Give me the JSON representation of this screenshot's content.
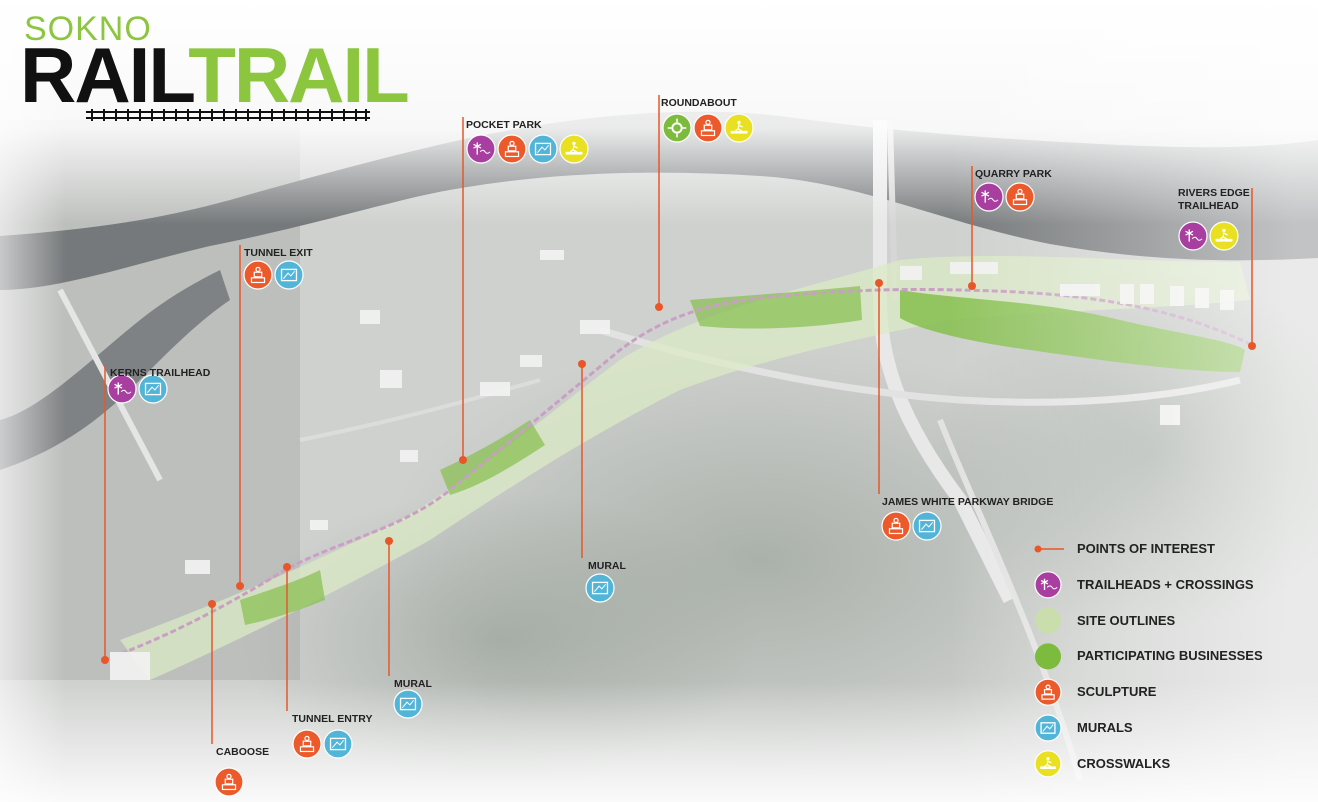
{
  "logo": {
    "top_word": "SOKNO",
    "rail_word": "RAIL",
    "trail_word": "TRAIL"
  },
  "colors": {
    "trailhead": "#a83e9f",
    "sculpture": "#ec5a2c",
    "mural": "#52b5d8",
    "crosswalk": "#e8e020",
    "business": "#7dbb3e",
    "site_outline": "#c9dfa9",
    "poi_line": "#e8572a"
  },
  "pois": [
    {
      "id": "kerns-trailhead",
      "label": "KERNS TRAILHEAD",
      "icons": [
        "trailhead",
        "mural"
      ]
    },
    {
      "id": "tunnel-exit",
      "label": "TUNNEL EXIT",
      "icons": [
        "sculpture",
        "mural"
      ]
    },
    {
      "id": "pocket-park",
      "label": "POCKET PARK",
      "icons": [
        "trailhead",
        "sculpture",
        "mural",
        "crosswalk"
      ]
    },
    {
      "id": "roundabout",
      "label": "ROUNDABOUT",
      "icons": [
        "business",
        "sculpture",
        "crosswalk"
      ]
    },
    {
      "id": "quarry-park",
      "label": "QUARRY PARK",
      "icons": [
        "trailhead",
        "sculpture"
      ]
    },
    {
      "id": "rivers-edge",
      "label": "RIVERS EDGE\nTRAILHEAD",
      "label_lines": [
        "RIVERS EDGE",
        "TRAILHEAD"
      ],
      "icons": [
        "trailhead",
        "crosswalk"
      ]
    },
    {
      "id": "james-white",
      "label": "JAMES WHITE PARKWAY BRIDGE",
      "icons": [
        "sculpture",
        "mural"
      ]
    },
    {
      "id": "mural-1",
      "label": "MURAL",
      "icons": [
        "mural"
      ]
    },
    {
      "id": "mural-2",
      "label": "MURAL",
      "icons": [
        "mural"
      ]
    },
    {
      "id": "tunnel-entry",
      "label": "TUNNEL ENTRY",
      "icons": [
        "sculpture",
        "mural"
      ]
    },
    {
      "id": "caboose",
      "label": "CABOOSE",
      "icons": [
        "sculpture"
      ]
    }
  ],
  "legend": [
    {
      "key": "poi",
      "label": "POINTS OF INTEREST",
      "icon": "poi-line-icon"
    },
    {
      "key": "trailhead",
      "label": "TRAILHEADS + CROSSINGS",
      "icon": "trailhead-icon"
    },
    {
      "key": "site_outline",
      "label": "SITE OUTLINES",
      "icon": "site-outline-icon"
    },
    {
      "key": "business",
      "label": "PARTICIPATING BUSINESSES",
      "icon": "business-icon"
    },
    {
      "key": "sculpture",
      "label": "SCULPTURE",
      "icon": "sculpture-icon"
    },
    {
      "key": "mural",
      "label": "MURALS",
      "icon": "mural-icon"
    },
    {
      "key": "crosswalk",
      "label": "CROSSWALKS",
      "icon": "crosswalk-icon"
    }
  ]
}
